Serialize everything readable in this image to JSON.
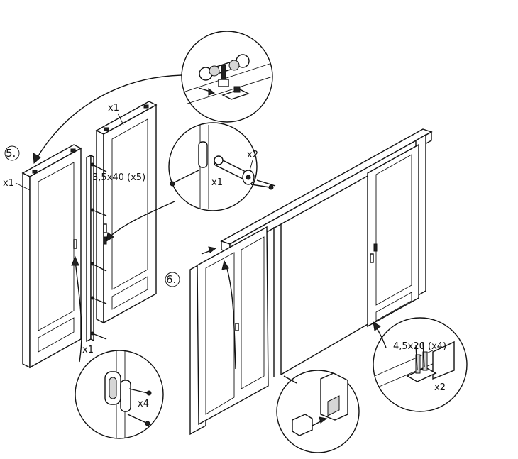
{
  "steps": {
    "five": "5.",
    "six": "6."
  },
  "labels": {
    "door_left_qty": "x1",
    "door_right_qty": "x1",
    "strip_qty": "x1",
    "screws_spec": "3,5x40 (x5)",
    "latch_qty": "x1",
    "latch_screw_qty": "x2",
    "handle_screw_qty": "x4",
    "guide_screws_spec": "4,5x20 (x4)",
    "guide_qty": "x2"
  },
  "icons": [
    "roller-hanger-icon",
    "latch-icon",
    "handle-icon",
    "floor-guide-icon",
    "stopper-icon"
  ]
}
